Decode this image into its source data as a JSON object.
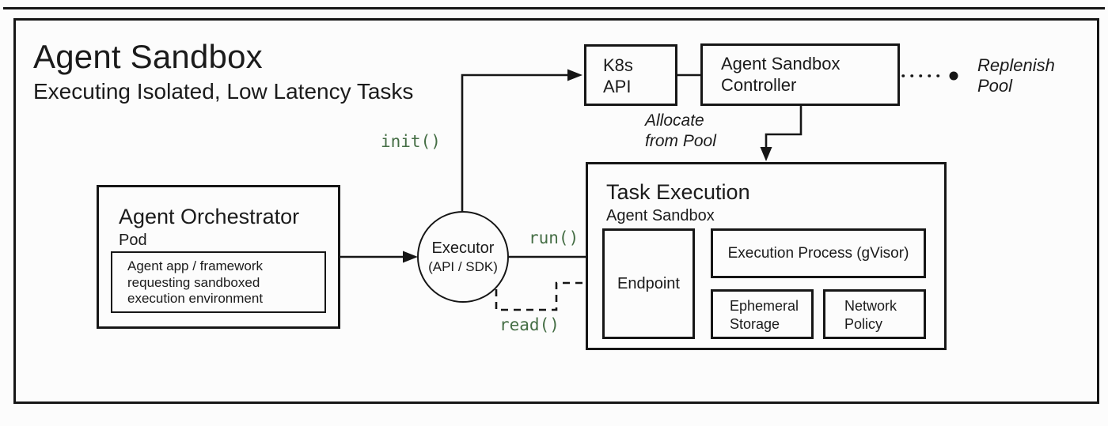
{
  "header": {
    "title": "Agent Sandbox",
    "subtitle": "Executing Isolated, Low Latency Tasks"
  },
  "nodes": {
    "k8s_api": {
      "label": "K8s\nAPI"
    },
    "controller": {
      "label": "Agent Sandbox\nController"
    },
    "orchestrator": {
      "title": "Agent Orchestrator",
      "subtitle": "Pod",
      "inner_label": "Agent app / framework\nrequesting sandboxed\nexecution environment"
    },
    "executor": {
      "title": "Executor",
      "subtitle": "(API / SDK)"
    },
    "task_execution": {
      "title": "Task Execution",
      "subtitle": "Agent Sandbox"
    },
    "endpoint": {
      "label": "Endpoint"
    },
    "execution_process": {
      "label": "Execution Process (gVisor)"
    },
    "ephemeral_storage": {
      "label": "Ephemeral\nStorage"
    },
    "network_policy": {
      "label": "Network\nPolicy"
    }
  },
  "annotations": {
    "replenish_pool": "Replenish\nPool",
    "allocate_from_pool": "Allocate\nfrom Pool"
  },
  "calls": {
    "init": "init()",
    "run": "run()",
    "read": "read()"
  },
  "colors": {
    "accent_green": "#456e45",
    "stroke": "#161616"
  }
}
